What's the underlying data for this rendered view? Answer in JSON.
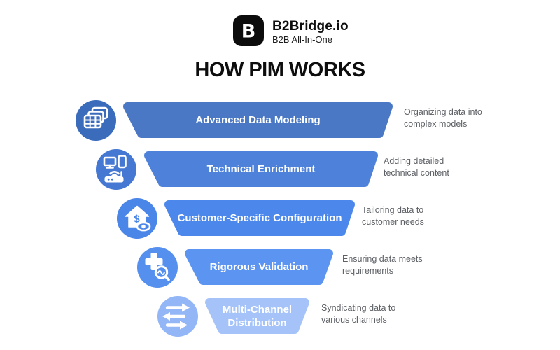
{
  "logo": {
    "name": "B2Bridge.io",
    "tagline": "B2B All-In-One",
    "mark": "B"
  },
  "title": "HOW PIM WORKS",
  "funnel": {
    "steps": [
      {
        "label": "Advanced Data Modeling",
        "description": "Organizing data into complex models",
        "icon": "stacked-tables-icon",
        "bar_color": "#4a78c4",
        "icon_color": "#3b6bbb"
      },
      {
        "label": "Technical Enrichment",
        "description": "Adding detailed technical content",
        "icon": "devices-icon",
        "bar_color": "#4d81da",
        "icon_color": "#4478d2"
      },
      {
        "label": "Customer-Specific Configuration",
        "description": "Tailoring data to customer needs",
        "icon": "house-dollar-eye-icon",
        "bar_color": "#4c87ec",
        "icon_color": "#4a85e8"
      },
      {
        "label": "Rigorous Validation",
        "description": "Ensuring data meets requirements",
        "icon": "plus-magnifier-icon",
        "bar_color": "#5c94f1",
        "icon_color": "#5590ef"
      },
      {
        "label": "Multi-Channel Distribution",
        "description": "Syndicating data to various channels",
        "icon": "exchange-arrows-icon",
        "bar_color": "#a5c3f8",
        "icon_color": "#92b6f6"
      }
    ]
  }
}
